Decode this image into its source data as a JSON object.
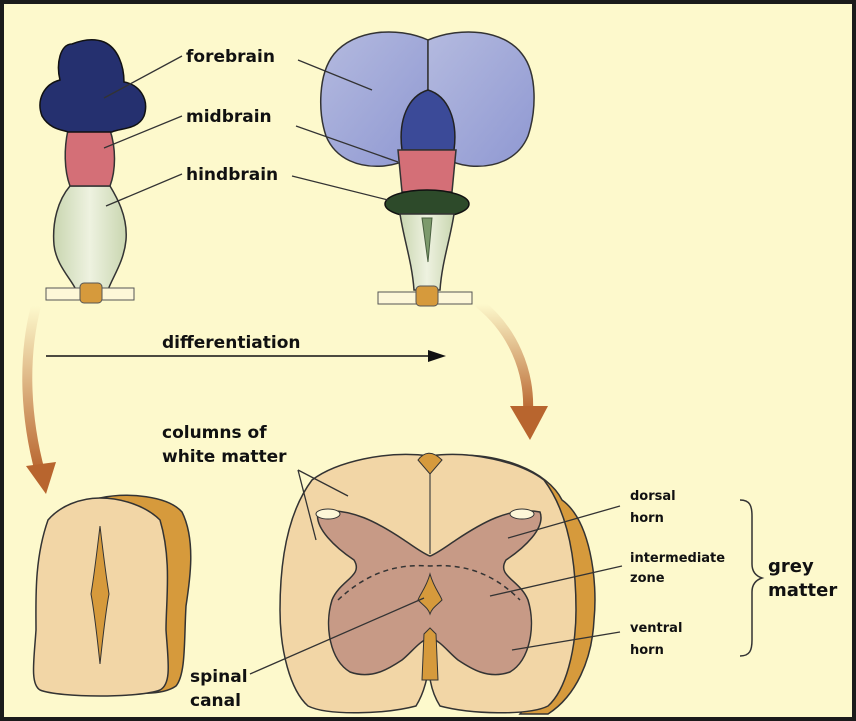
{
  "labels": {
    "forebrain": "forebrain",
    "midbrain": "midbrain",
    "hindbrain": "hindbrain",
    "differentiation": "differentiation",
    "columns_line1": "columns of",
    "columns_line2": "white matter",
    "dorsal_line1": "dorsal",
    "dorsal_line2": "horn",
    "intermediate_line1": "intermediate",
    "intermediate_line2": "zone",
    "ventral_line1": "ventral",
    "ventral_line2": "horn",
    "grey_line1": "grey",
    "grey_line2": "matter",
    "spinal_line1": "spinal",
    "spinal_line2": "canal"
  },
  "colors": {
    "background": "#fdf9cc",
    "frame": "#1b1b1b",
    "forebrain": "#25306f",
    "midbrain": "#d46f77",
    "hindbrain": "#d9e3c4",
    "cerebrum": "#9aa3d8",
    "cerebellum": "#2d4a2a",
    "white_matter": "#f2d6a6",
    "grey_matter": "#c79a86",
    "cord_side": "#d69a3c",
    "arrow": "#c2763e"
  }
}
